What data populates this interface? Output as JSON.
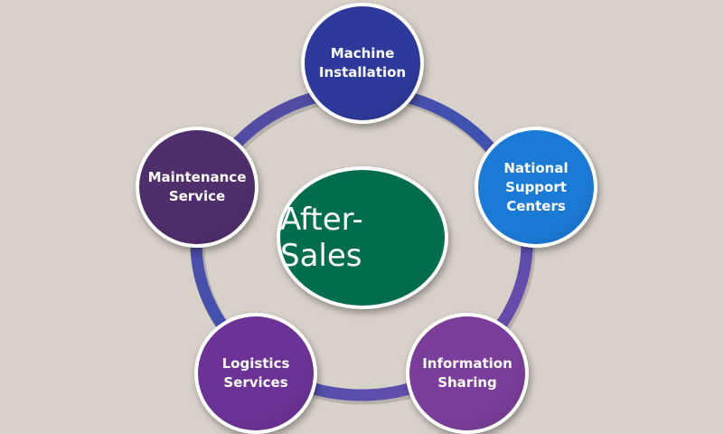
{
  "center": {
    "label": "After-Sales"
  },
  "nodes": [
    {
      "id": "machine-installation",
      "label": "Machine\nInstallation",
      "color": "#2e3a9b"
    },
    {
      "id": "national-support-centers",
      "label": "National\nSupport\nCenters",
      "color": "#1c7ad7"
    },
    {
      "id": "information-sharing",
      "label": "Information\nSharing",
      "color": "#7a3d99"
    },
    {
      "id": "logistics-services",
      "label": "Logistics\nServices",
      "color": "#6c3296"
    },
    {
      "id": "maintenance-service",
      "label": "Maintenance\nService",
      "color": "#4e2e6b"
    }
  ],
  "ring_color": "#6b4fa6"
}
